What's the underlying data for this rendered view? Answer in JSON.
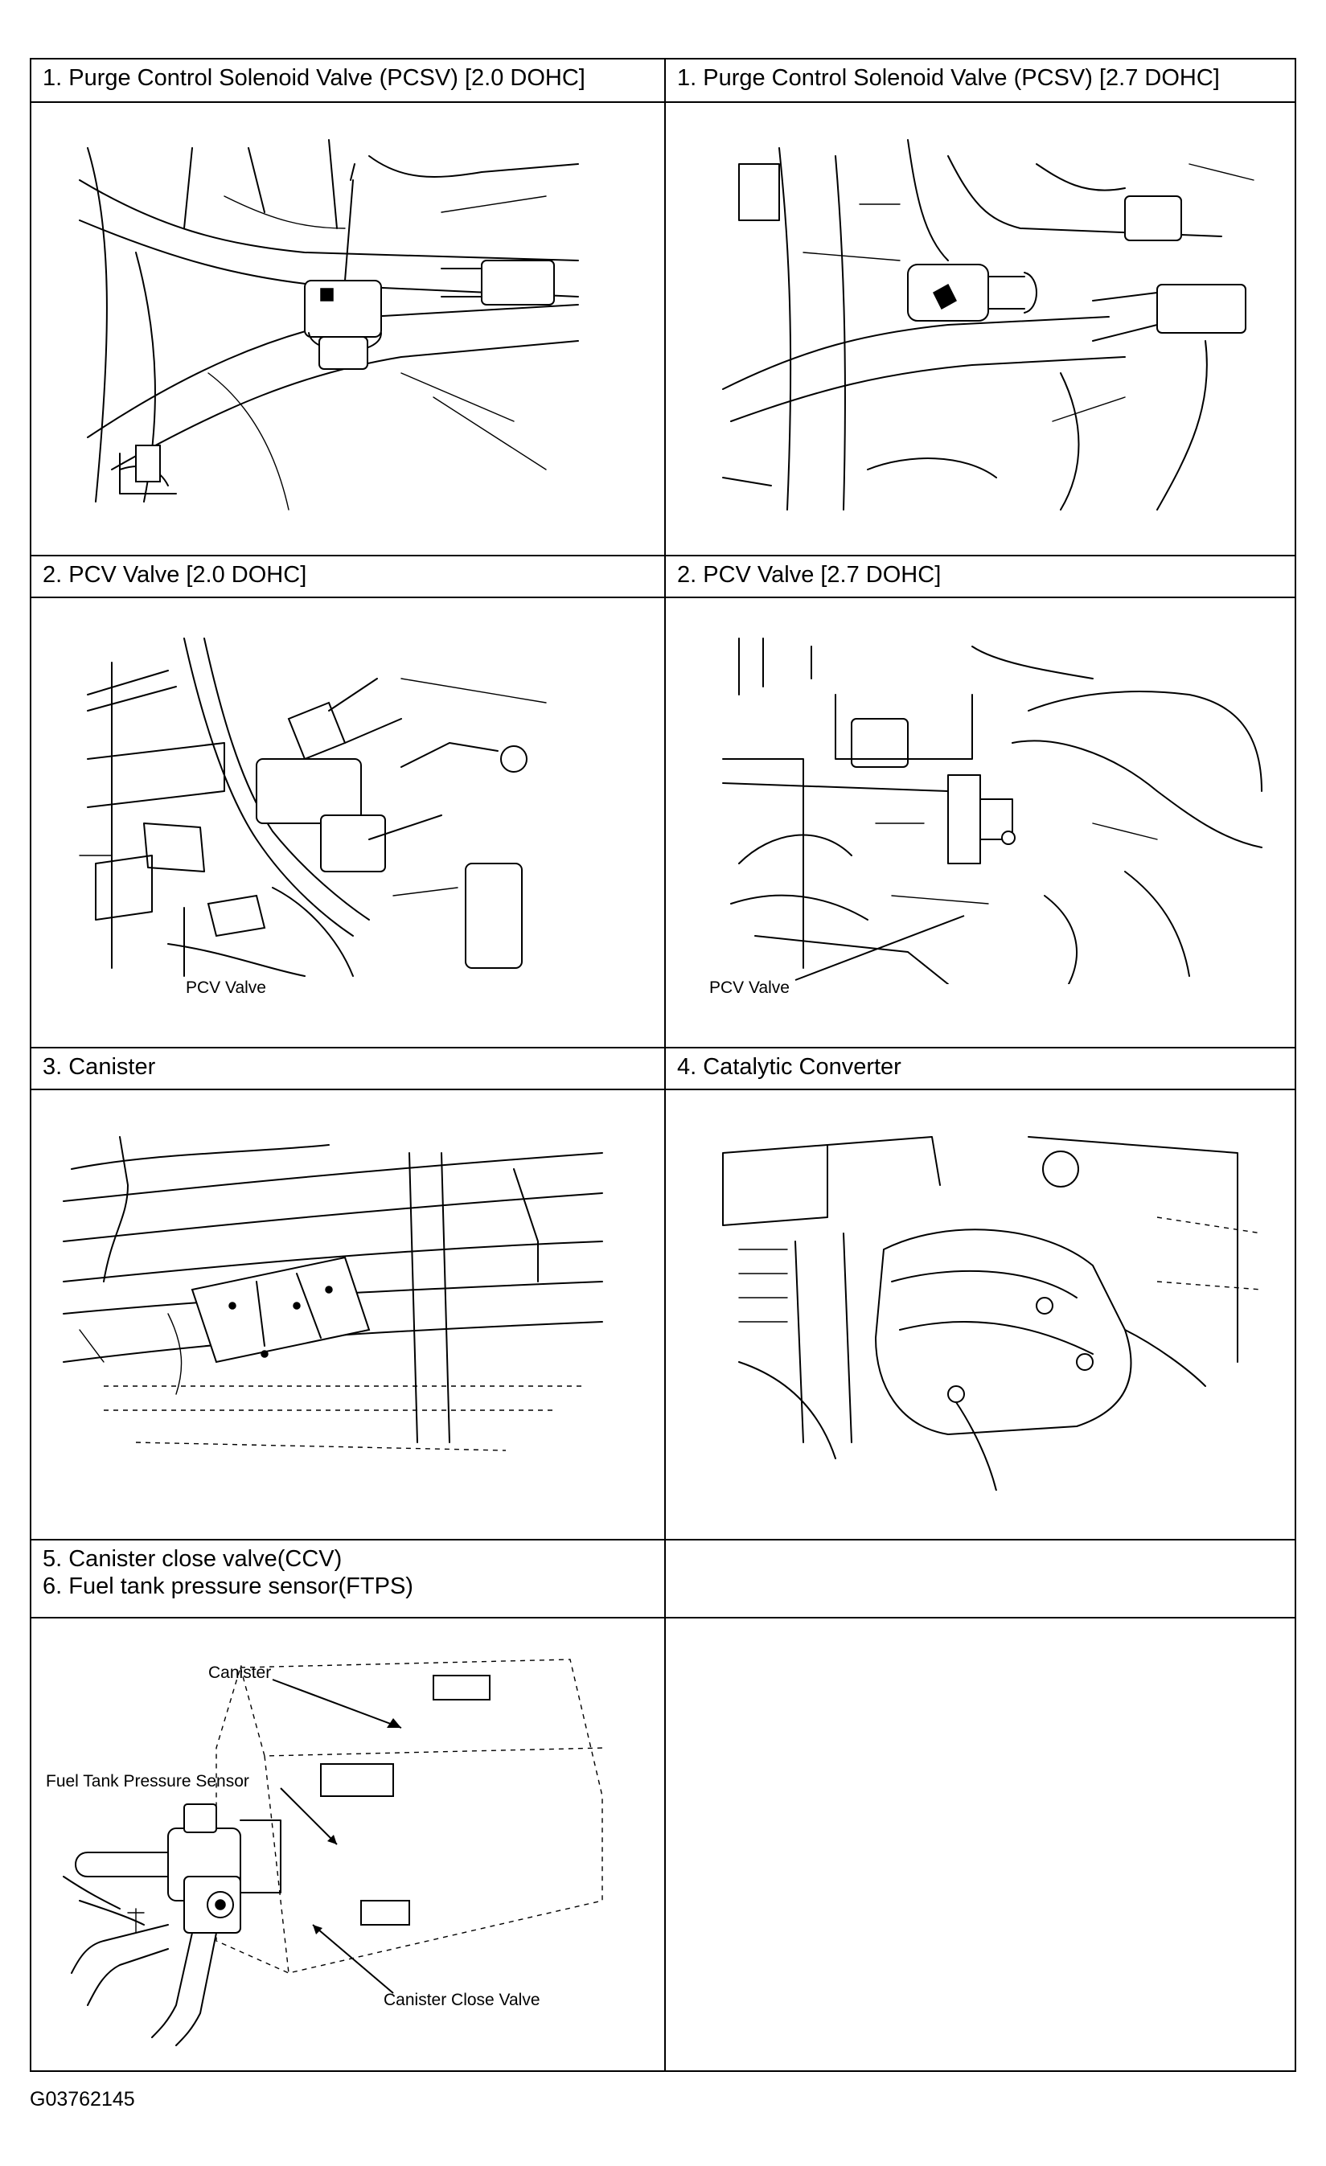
{
  "panels": [
    {
      "header": "1. Purge Control Solenoid Valve (PCSV) [2.0 DOHC]"
    },
    {
      "header": "1. Purge Control Solenoid Valve (PCSV) [2.7 DOHC]"
    },
    {
      "header": "2. PCV Valve [2.0 DOHC]",
      "callout": "PCV Valve"
    },
    {
      "header": "2. PCV Valve [2.7 DOHC]",
      "callout": "PCV Valve"
    },
    {
      "header": "3. Canister"
    },
    {
      "header": "4. Catalytic Converter"
    },
    {
      "header_lines": [
        "5. Canister close valve(CCV)",
        "6. Fuel tank pressure sensor(FTPS)"
      ],
      "callouts": {
        "canister": "Canister",
        "ftps": "Fuel Tank Pressure Sensor",
        "ccv": "Canister Close Valve"
      }
    },
    {
      "header": ""
    }
  ],
  "figure_id": "G03762145"
}
